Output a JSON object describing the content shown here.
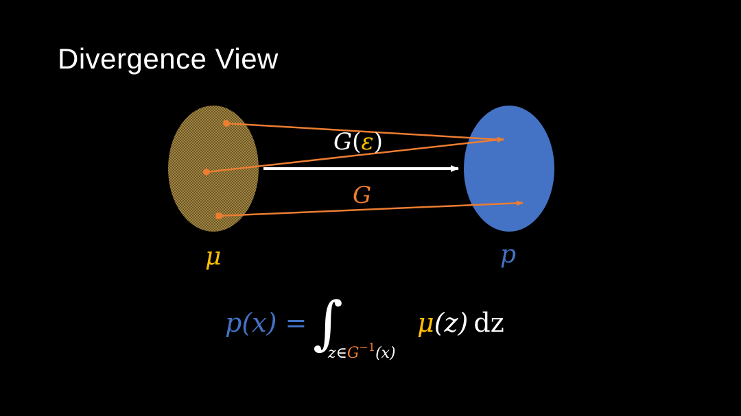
{
  "title": "Divergence View",
  "colors": {
    "background": "#000000",
    "source_fill": "#8a7236",
    "source_pattern_dot": "#c9a955",
    "target_fill": "#4472c4",
    "orange": "#ed7d31",
    "gold": "#ffc000",
    "blue_text": "#4472c4",
    "white": "#ffffff"
  },
  "diagram": {
    "source_label": "μ",
    "target_label": "p",
    "map_label": "G",
    "sample_label": {
      "func": "G",
      "open": "(",
      "arg": "ε",
      "close": ")"
    }
  },
  "formula": {
    "lhs": "p(x) =",
    "integral_sign": "∫",
    "sub_var": "z∈",
    "sub_G": "G",
    "sub_exp": "−1",
    "sub_arg": "(x)",
    "integrand": "μ",
    "integrand_arg": "(z)",
    "differential": "dz"
  }
}
